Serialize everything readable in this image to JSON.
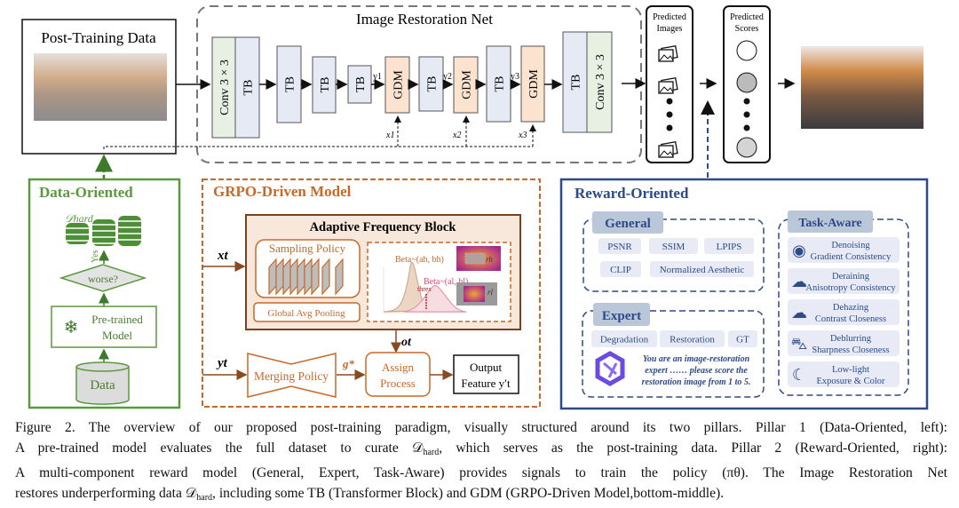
{
  "post_training": {
    "title": "Post-Training Data"
  },
  "net": {
    "title": "Image Restoration Net",
    "conv": "Conv 3 × 3",
    "tb": "TB",
    "gdm": "GDM",
    "y_labels": [
      "y1",
      "y2",
      "y3"
    ],
    "x_labels": [
      "x1",
      "x2",
      "x3"
    ]
  },
  "predicted_images": {
    "title_line1": "Predicted",
    "title_line2": "Images"
  },
  "predicted_scores": {
    "title_line1": "Predicted",
    "title_line2": "Scores"
  },
  "data_oriented": {
    "title": "Data-Oriented",
    "d_hard": "𝒟hard",
    "yes": "Yes",
    "worse": "worse?",
    "pretrained_line1": "Pre-trained",
    "pretrained_line2": "Model",
    "data": "Data"
  },
  "grpo": {
    "title": "GRPO-Driven Model",
    "afb_title": "Adaptive Frequency Block",
    "sampling_policy": "Sampling Policy",
    "global_avg_pooling": "Global Avg Pooling",
    "beta_h": "Beta~(ah, bh)",
    "beta_l": "Beta~(al, bl)",
    "thres": "thres",
    "r_h": "rh",
    "r_l": "rl",
    "x_t": "xt",
    "y_t": "yt",
    "o_t": "ot",
    "g_star": "g*",
    "merging_policy": "Merging Policy",
    "assign_line1": "Assign",
    "assign_line2": "Process",
    "output_line1": "Output",
    "output_line2": "Feature y′t"
  },
  "reward": {
    "title": "Reward-Oriented",
    "general": {
      "tab": "General",
      "chips": [
        "PSNR",
        "SSIM",
        "LPIPS",
        "CLIP",
        "Normalized Aesthetic"
      ]
    },
    "expert": {
      "tab": "Expert",
      "chips": [
        "Degradation",
        "Restoration",
        "GT"
      ],
      "prompt_lines": [
        "You are an image-restoration",
        "expert …… please score the",
        "restoration image from 1 to 5."
      ]
    },
    "task_aware": {
      "tab": "Task-Aware",
      "items": [
        {
          "title": "Denoising",
          "metric": "Gradient Consistency",
          "icon": "sound-wave-icon"
        },
        {
          "title": "Deraining",
          "metric": "Anisotropy Consistency",
          "icon": "rain-cloud-icon"
        },
        {
          "title": "Dehazing",
          "metric": "Contrast Closeness",
          "icon": "haze-cloud-icon"
        },
        {
          "title": "Deblurring",
          "metric": "Sharpness Closeness",
          "icon": "blur-bag-icon"
        },
        {
          "title": "Low-light",
          "metric": "Exposure &  Color",
          "icon": "moon-stars-icon"
        }
      ]
    }
  },
  "colors": {
    "green": "#5a9a3c",
    "orange": "#c8692a",
    "navy": "#2d4a8a",
    "tb_fill": "#e6eaf5",
    "gdm_fill": "#fbe3cf",
    "conv_fill": "#e7f0e3"
  },
  "caption": {
    "line1": "Figure 2. The overview of our proposed post-training paradigm, visually structured around its two pillars. Pillar 1 (Data-Oriented, left):",
    "line2_a": "A pre-trained model evaluates the full dataset to curate 𝒟",
    "line2_sub": "hard",
    "line2_b": ", which serves as the post-training data. Pillar 2 (Reward-Oriented, right):",
    "line3": "A multi-component reward model (General, Expert, Task-Aware) provides signals to train the policy (πθ). The Image Restoration Net",
    "line4_a": "restores underperforming data 𝒟",
    "line4_sub": "hard",
    "line4_b": ", including some TB (Transformer Block) and GDM (GRPO-Driven Model,bottom-middle)."
  }
}
